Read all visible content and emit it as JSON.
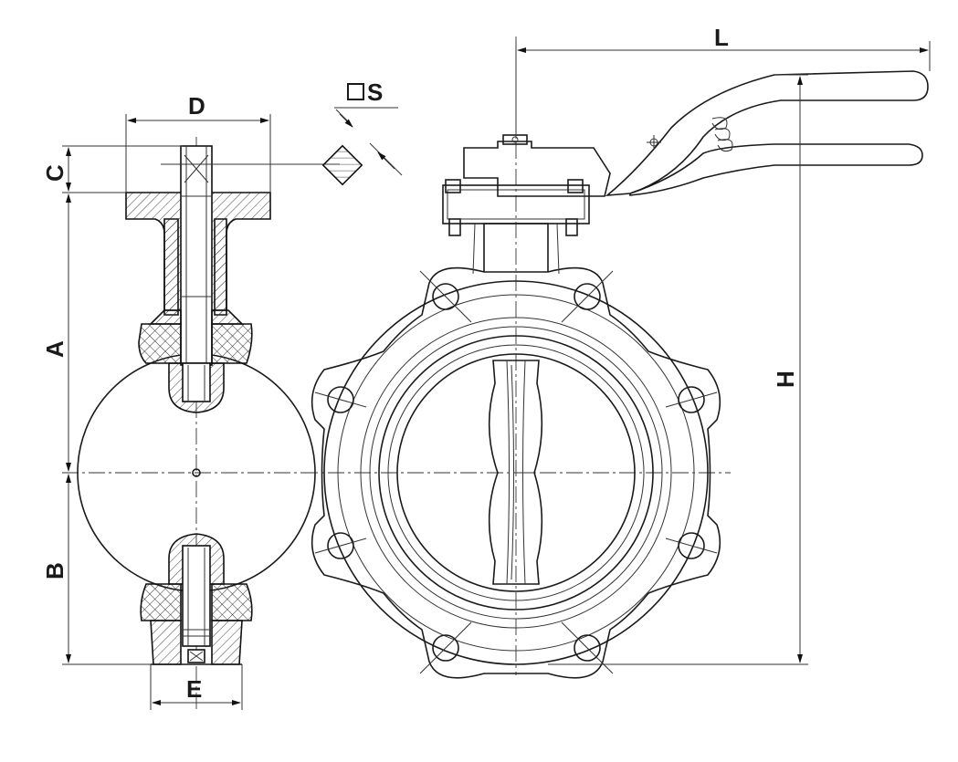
{
  "labels": {
    "A": "A",
    "B": "B",
    "C": "C",
    "D": "D",
    "E": "E",
    "H": "H",
    "L": "L",
    "S": "S"
  },
  "icons": {
    "square_symbol": "square-icon"
  }
}
